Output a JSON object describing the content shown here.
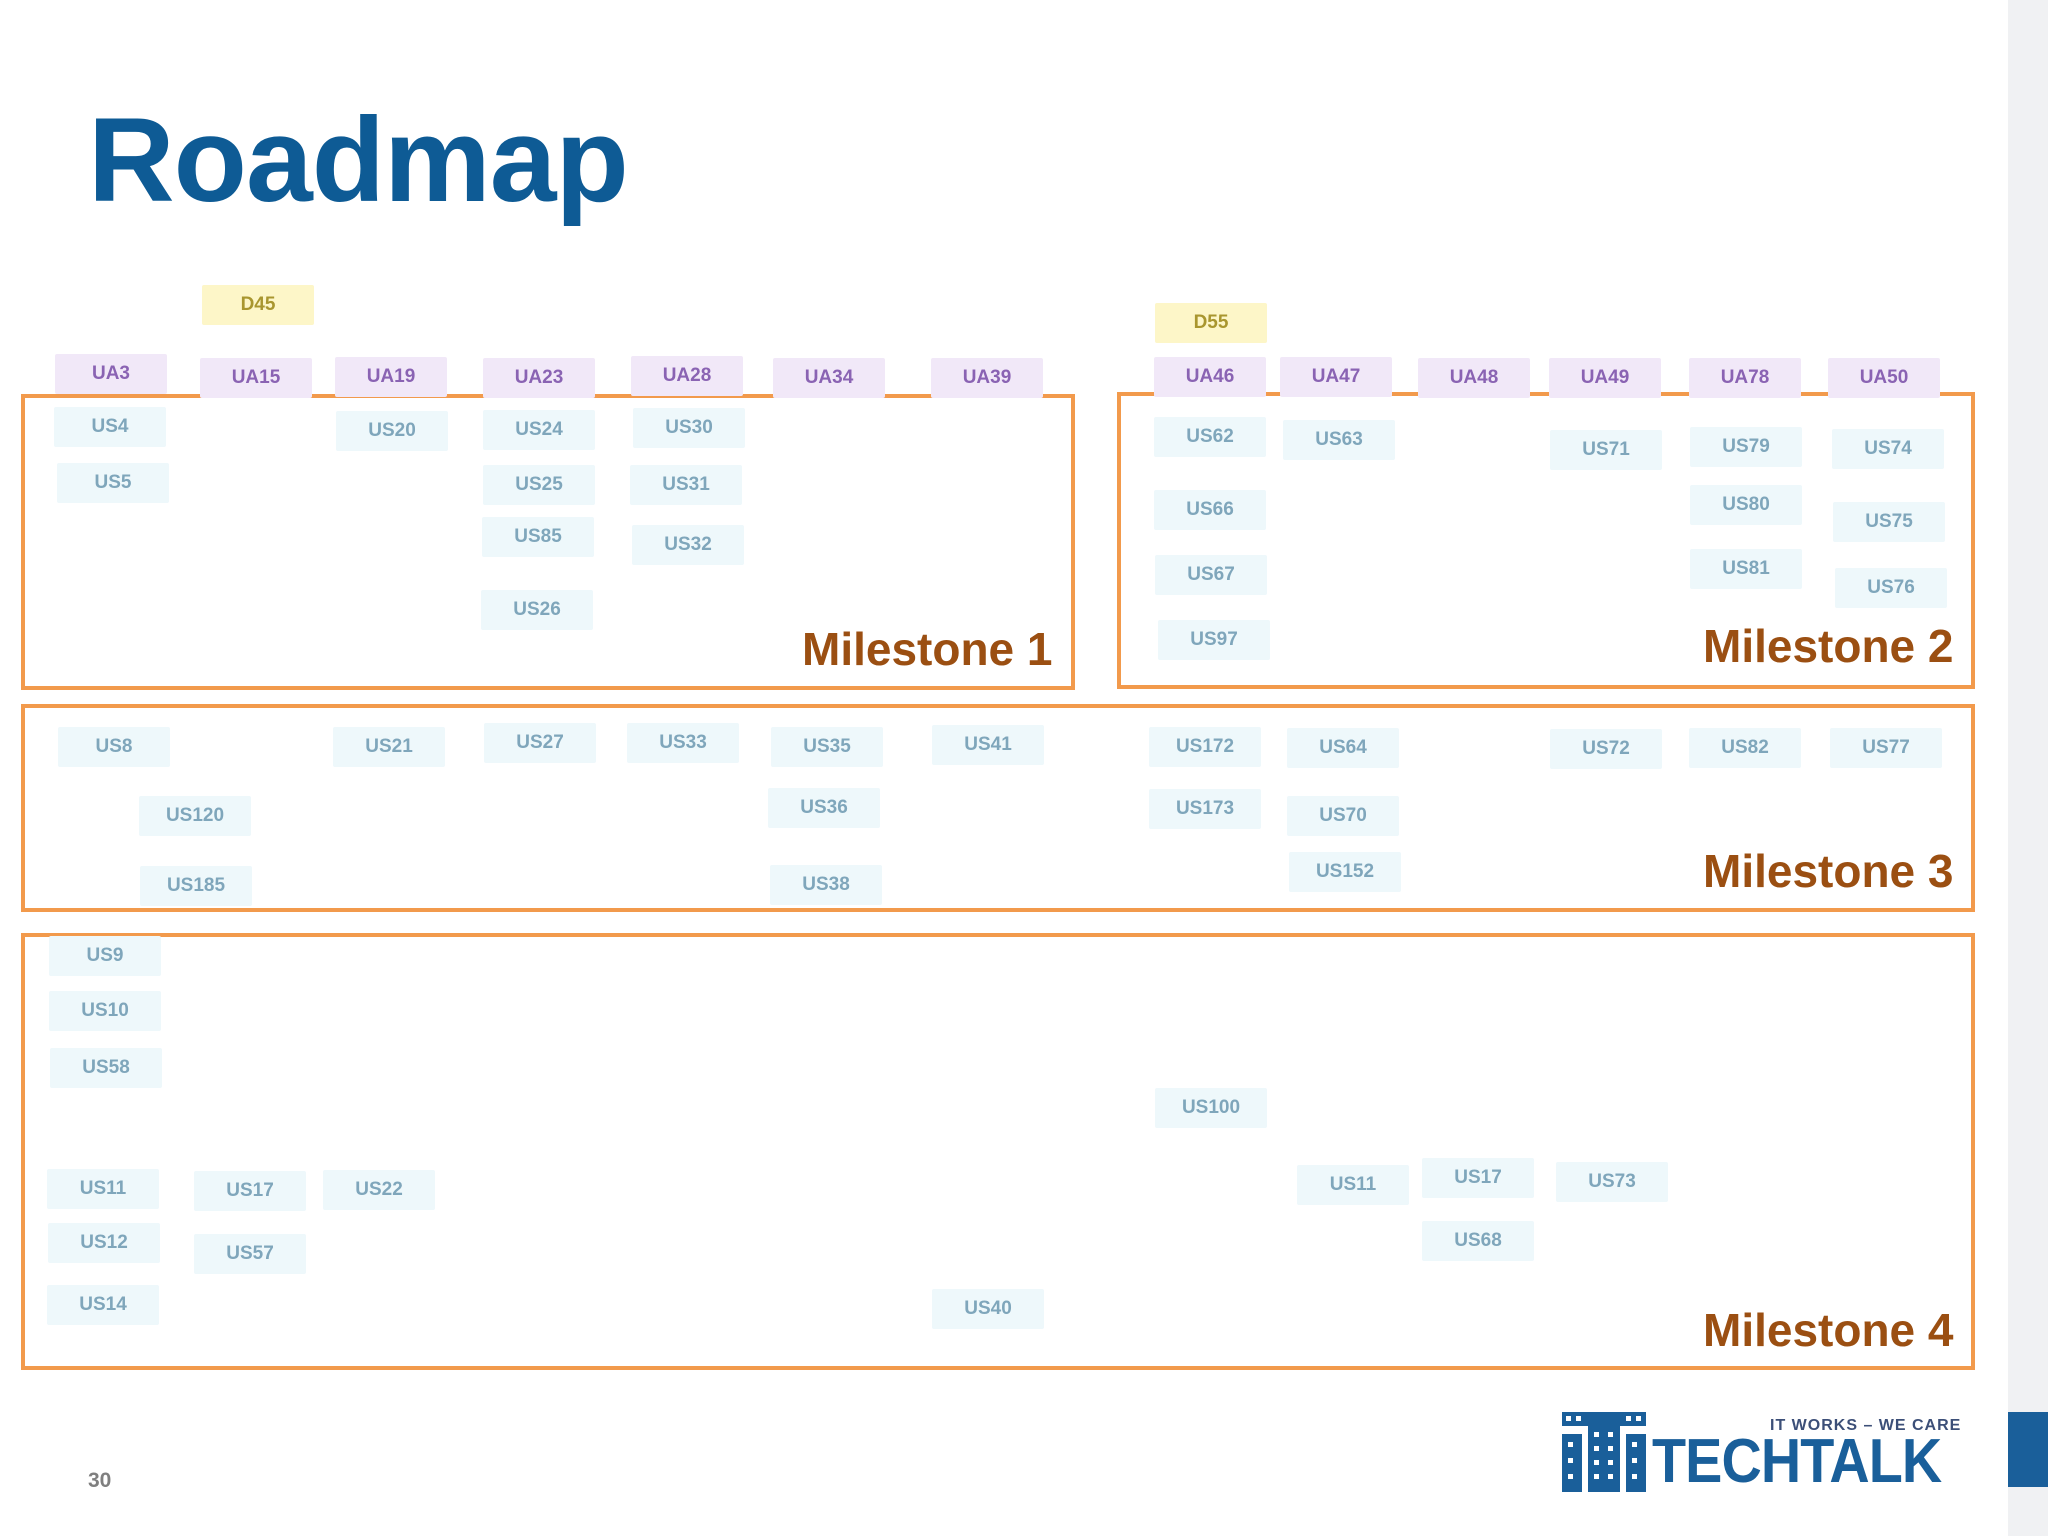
{
  "slide": {
    "title": "Roadmap",
    "page_number": "30"
  },
  "milestones": [
    "Milestone 1",
    "Milestone 2",
    "Milestone 3",
    "Milestone 4"
  ],
  "notes": {
    "d": [
      "D45",
      "D55"
    ],
    "ua": [
      "UA3",
      "UA15",
      "UA19",
      "UA23",
      "UA28",
      "UA34",
      "UA39",
      "UA46",
      "UA47",
      "UA48",
      "UA49",
      "UA78",
      "UA50"
    ],
    "us": [
      "US4",
      "US5",
      "US20",
      "US24",
      "US25",
      "US85",
      "US26",
      "US30",
      "US31",
      "US32",
      "US62",
      "US66",
      "US67",
      "US97",
      "US63",
      "US71",
      "US79",
      "US80",
      "US81",
      "US74",
      "US75",
      "US76",
      "US8",
      "US120",
      "US185",
      "US21",
      "US27",
      "US33",
      "US35",
      "US36",
      "US38",
      "US41",
      "US172",
      "US173",
      "US64",
      "US70",
      "US152",
      "US72",
      "US82",
      "US77",
      "US9",
      "US10",
      "US58",
      "US11",
      "US12",
      "US14",
      "US17",
      "US57",
      "US22",
      "US40",
      "US100",
      "US11",
      "US17",
      "US68",
      "US73"
    ]
  },
  "logo": {
    "tagline": "IT WORKS – WE CARE",
    "wordmark": "TECHTALK",
    "icon": "it-grid-logo-icon"
  },
  "colors": {
    "title": "#0e5b95",
    "milestone_border": "#f29a4c",
    "milestone_label": "#9b4f12",
    "brand": "#1a5f9a"
  }
}
